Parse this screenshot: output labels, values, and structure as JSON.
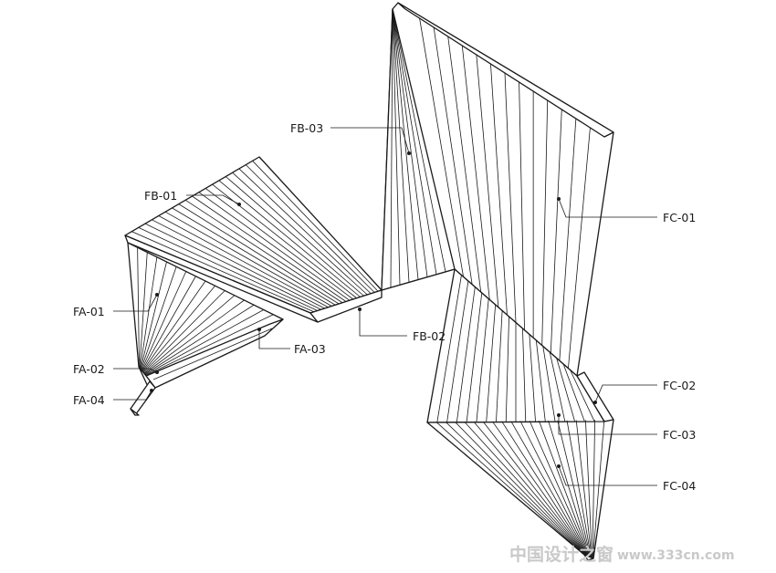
{
  "labels": {
    "fa01": "FA-01",
    "fa02": "FA-02",
    "fa03": "FA-03",
    "fa04": "FA-04",
    "fb01": "FB-01",
    "fb02": "FB-02",
    "fb03": "FB-03",
    "fc01": "FC-01",
    "fc02": "FC-02",
    "fc03": "FC-03",
    "fc04": "FC-04"
  },
  "watermark": {
    "brand": "中国设计之窗",
    "url": "www.333cn.com"
  },
  "colors": {
    "line": "#1a1a1a",
    "watermark": "#c9c9c9",
    "background": "#ffffff"
  }
}
